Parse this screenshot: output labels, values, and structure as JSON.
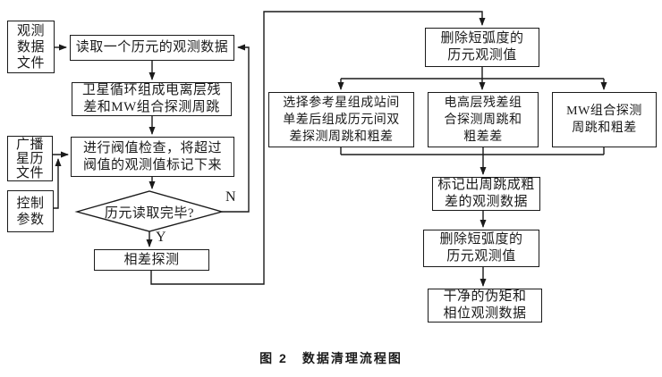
{
  "figure": {
    "caption": "图 2　数据清理流程图"
  },
  "colors": {
    "line": "#1a1a1a",
    "background": "#ffffff",
    "text": "#1a1a1a"
  },
  "branch_labels": {
    "no": "N",
    "yes": "Y"
  },
  "nodes": {
    "obs_file": "观测\n数据\n文件",
    "read_epoch": "读取一个历元的观测数据",
    "satellite_loop": "卫星循环组成电离层残\n差和MW组合探测周跳",
    "broadcast_file": "广播\n星历\n文件",
    "threshold_check": "进行阀值检查，将超过\n阀值的观测值标记下来",
    "control_params": "控制\n参数",
    "epoch_done": "历元读取完毕?",
    "diff_detect": "相差探测",
    "delete_short_arc_top": "删除短弧度的\n历元观测值",
    "ref_star_double_diff": "选择参考星组成站间\n单差后组成历元间双\n差探测周跳和粗差",
    "iono_residual": "电高层残差组\n合探测周跳和\n粗差差",
    "mw_combo": "MW组合探测\n周跳和粗差",
    "mark_obs": "标记出周跳成粗\n差的观测数据",
    "delete_short_arc_bottom": "删除短弧度的\n历元观测值",
    "clean_obs": "干净的伪矩和\n相位观测数据"
  }
}
